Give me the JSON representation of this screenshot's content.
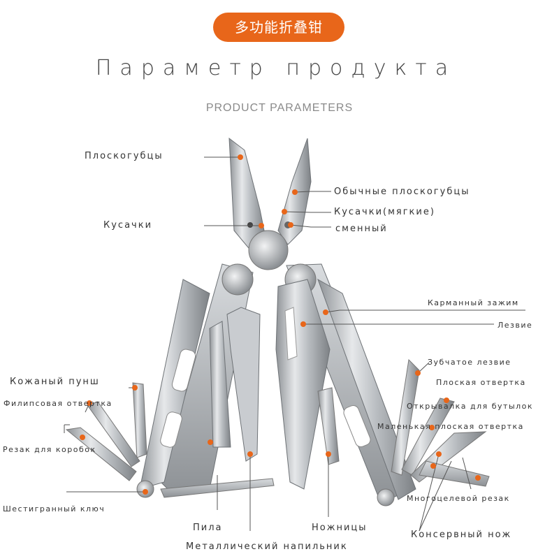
{
  "badge": "多功能折叠钳",
  "title": "Параметр продукта",
  "subtitle": "PRODUCT PARAMETERS",
  "accent_color": "#e8661a",
  "labels": {
    "ploskogubtsy": "Плоскогубцы",
    "kusachki_left": "Кусачки",
    "obychnye": "Обычные плоскогубцы",
    "kusachki_myagkie": "Кусачки(мягкие)",
    "smennyi": "сменный",
    "karmannyi_zazhim": "Карманный зажим",
    "lezvie": "Лезвие",
    "zubchatoe": "Зубчатое лезвие",
    "ploskaya_otvertka": "Плоская отвертка",
    "otkryvalka": "Открывалка для бутылок",
    "malenkaya_otvertka": "Маленькая плоская отвертка",
    "mnogotselevoi": "Многоцелевой резак",
    "konservnyi": "Консервный нож",
    "kozhanyi_punsh": "Кожаный пунш",
    "filipsovaya": "Филипсовая отвертка",
    "rezak_korobok": "Резак для коробок",
    "shestigrannyi": "Шестигранный ключ",
    "pila": "Пила",
    "nozhnitsy": "Ножницы",
    "napilnik": "Металлический напильник"
  }
}
